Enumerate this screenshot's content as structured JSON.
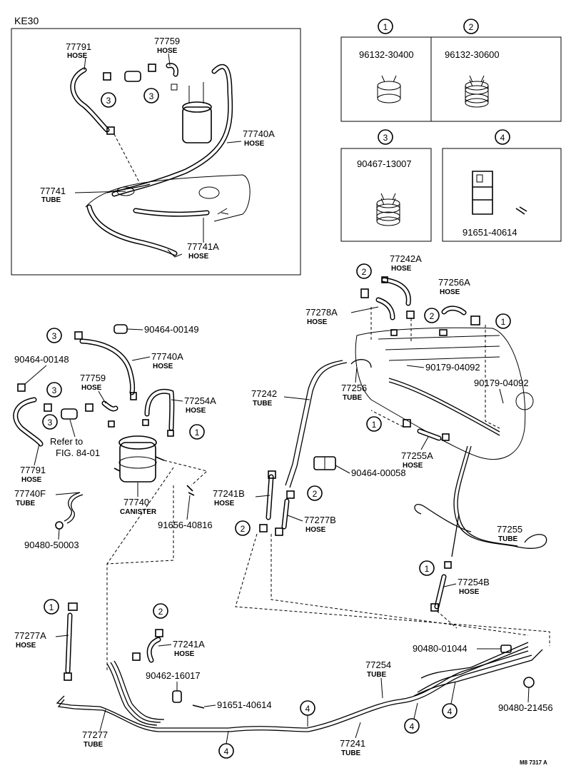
{
  "frame_label": "KE30",
  "footer_code": "M8 7317 A",
  "refer_note": {
    "line1": "Refer to",
    "line2": "FIG. 84-01"
  },
  "markers": {
    "m1": "1",
    "m2": "2",
    "m3": "3",
    "m4": "4"
  },
  "legend": {
    "m1_part": "96132-30400",
    "m2_part": "96132-30600",
    "m3_part": "90467-13007",
    "m4_part": "91651-40614"
  },
  "inset": [
    {
      "num": "77791",
      "type": "HOSE"
    },
    {
      "num": "77759",
      "type": "HOSE"
    },
    {
      "num": "77740A",
      "type": "HOSE"
    },
    {
      "num": "77741",
      "type": "TUBE"
    },
    {
      "num": "77741A",
      "type": "HOSE"
    }
  ],
  "left": [
    {
      "num": "90464-00149"
    },
    {
      "num": "77740A",
      "type": "HOSE"
    },
    {
      "num": "90464-00148"
    },
    {
      "num": "77759",
      "type": "HOSE"
    },
    {
      "num": "77254A",
      "type": "HOSE"
    },
    {
      "num": "77791",
      "type": "HOSE"
    },
    {
      "num": "77740F",
      "type": "TUBE"
    },
    {
      "num": "77740",
      "type": "CANISTER"
    },
    {
      "num": "91656-40816"
    },
    {
      "num": "90480-50003"
    }
  ],
  "right": [
    {
      "num": "77242A",
      "type": "HOSE"
    },
    {
      "num": "77256A",
      "type": "HOSE"
    },
    {
      "num": "77278A",
      "type": "HOSE"
    },
    {
      "num": "90179-04092"
    },
    {
      "num": "90179-04092"
    },
    {
      "num": "77242",
      "type": "TUBE"
    },
    {
      "num": "77256",
      "type": "TUBE"
    },
    {
      "num": "77255A",
      "type": "HOSE"
    },
    {
      "num": "90464-00058"
    },
    {
      "num": "77241B",
      "type": "HOSE"
    },
    {
      "num": "77277B",
      "type": "HOSE"
    },
    {
      "num": "77255",
      "type": "TUBE"
    },
    {
      "num": "77254B",
      "type": "HOSE"
    }
  ],
  "bottom": [
    {
      "num": "77277A",
      "type": "HOSE"
    },
    {
      "num": "77241A",
      "type": "HOSE"
    },
    {
      "num": "90462-16017"
    },
    {
      "num": "91651-40614"
    },
    {
      "num": "90480-01044"
    },
    {
      "num": "77254",
      "type": "TUBE"
    },
    {
      "num": "90480-21456"
    },
    {
      "num": "77277",
      "type": "TUBE"
    },
    {
      "num": "77241",
      "type": "TUBE"
    }
  ]
}
